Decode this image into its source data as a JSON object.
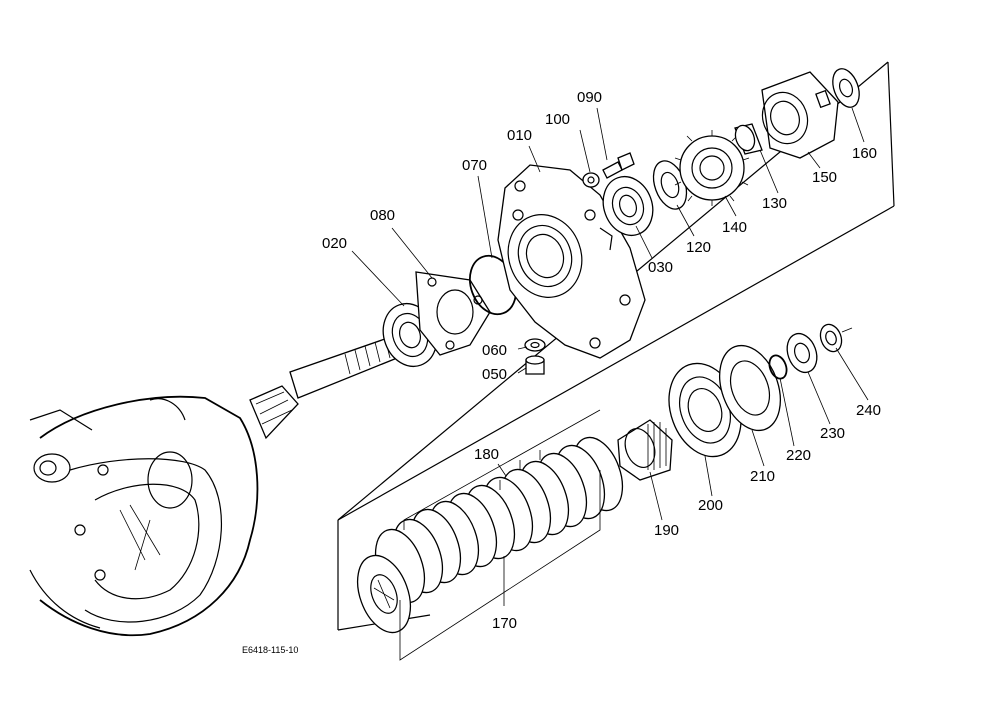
{
  "figure_code": "E6418-115-10",
  "parts": {
    "p010": "010",
    "p020": "020",
    "p030": "030",
    "p050": "050",
    "p060": "060",
    "p070": "070",
    "p080": "080",
    "p090": "090",
    "p100": "100",
    "p120": "120",
    "p130": "130",
    "p140": "140",
    "p150": "150",
    "p160": "160",
    "p170": "170",
    "p180": "180",
    "p190": "190",
    "p200": "200",
    "p210": "210",
    "p220": "220",
    "p230": "230",
    "p240": "240"
  }
}
